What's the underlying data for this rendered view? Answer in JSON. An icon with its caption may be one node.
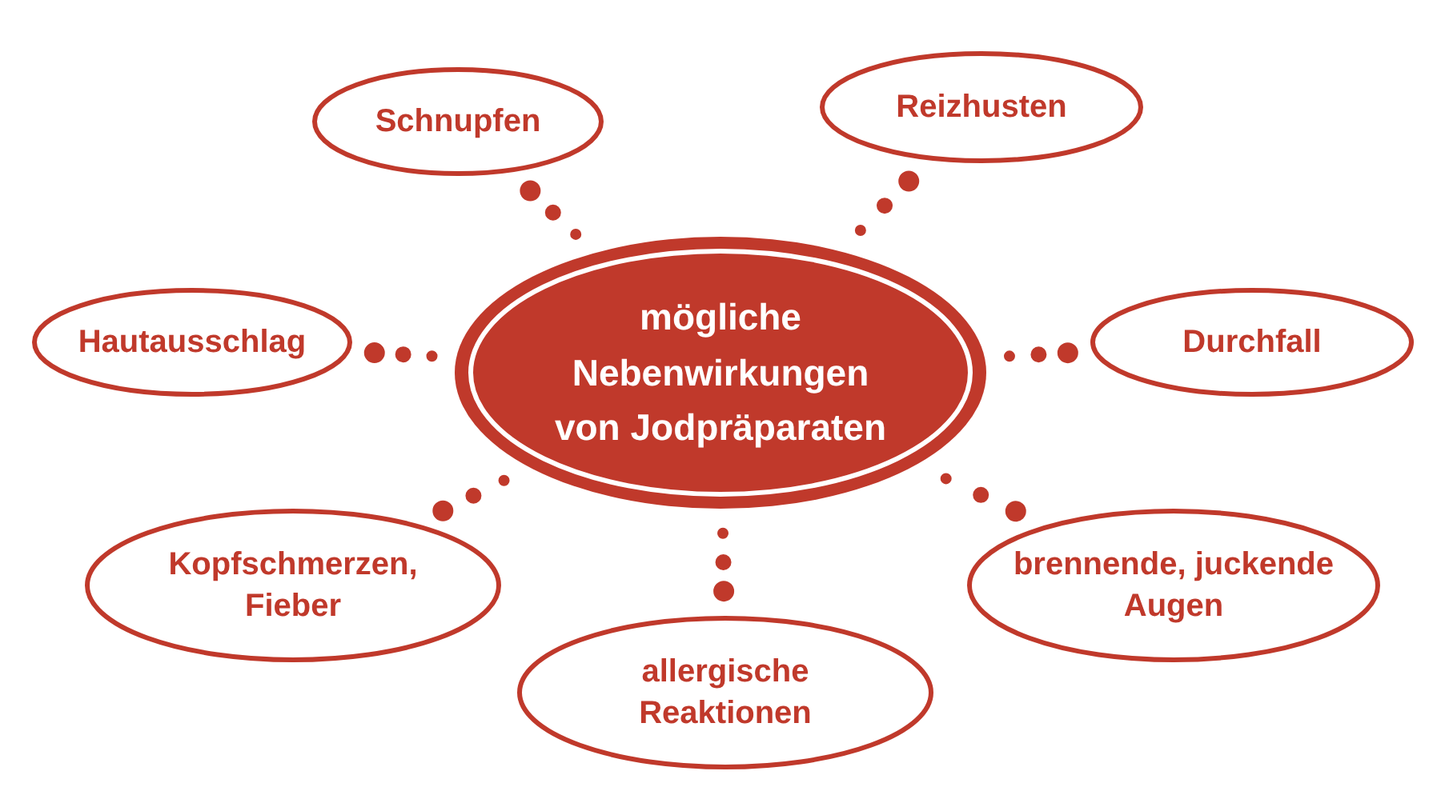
{
  "diagram": {
    "nodes": [
      {
        "text": [
          "mögliche Nebenwirkungen von Jodpräparaten"
        ]
      },
      {
        "text": [
          "Schnupfen"
        ]
      },
      {
        "text": [
          "Reizhusten"
        ]
      },
      {
        "text": [
          "Hautausschlag"
        ]
      },
      {
        "text": [
          "Durchfall"
        ]
      },
      {
        "text": [
          "Kopfschmerzen, Fieber"
        ]
      },
      {
        "text": [
          "brennende, juckende Augen"
        ]
      },
      {
        "text": [
          "allergische Reaktionen"
        ]
      }
    ],
    "edges": [
      {
        "from": 0,
        "to": 1,
        "arrow": "none"
      },
      {
        "from": 0,
        "to": 2,
        "arrow": "none"
      },
      {
        "from": 0,
        "to": 3,
        "arrow": "none"
      },
      {
        "from": 0,
        "to": 4,
        "arrow": "none"
      },
      {
        "from": 0,
        "to": 5,
        "arrow": "none"
      },
      {
        "from": 0,
        "to": 6,
        "arrow": "none"
      },
      {
        "from": 0,
        "to": 7,
        "arrow": "none"
      }
    ]
  }
}
